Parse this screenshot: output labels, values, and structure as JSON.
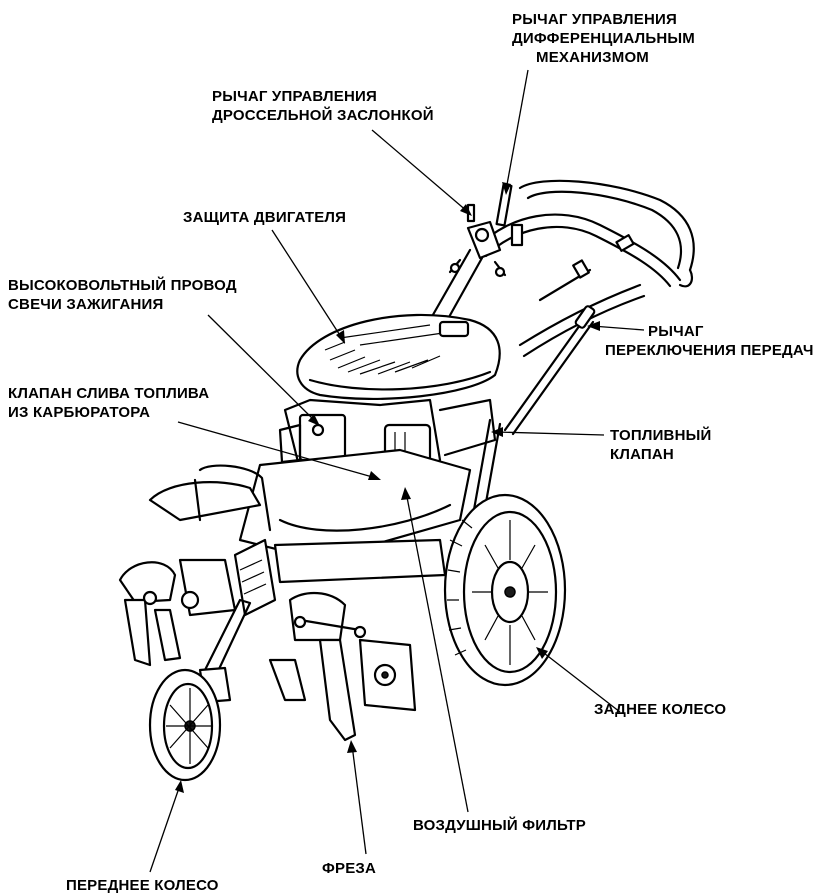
{
  "labels": {
    "diff_lever_1": "РЫЧАГ УПРАВЛЕНИЯ",
    "diff_lever_2": "ДИФФЕРЕНЦИАЛЬНЫМ",
    "diff_lever_3": "МЕХАНИЗМОМ",
    "throttle_1": "РЫЧАГ УПРАВЛЕНИЯ",
    "throttle_2": "ДРОССЕЛЬНОЙ ЗАСЛОНКОЙ",
    "engine_guard": "ЗАЩИТА ДВИГАТЕЛЯ",
    "spark_1": "ВЫСОКОВОЛЬТНЫЙ ПРОВОД",
    "spark_2": "СВЕЧИ ЗАЖИГАНИЯ",
    "gear_1": "РЫЧАГ",
    "gear_2": "ПЕРЕКЛЮЧЕНИЯ ПЕРЕДАЧ",
    "drain_1": "КЛАПАН СЛИВА ТОПЛИВА",
    "drain_2": "ИЗ КАРБЮРАТОРА",
    "fuel_1": "ТОПЛИВНЫЙ",
    "fuel_2": "КЛАПАН",
    "rear_wheel": "ЗАДНЕЕ КОЛЕСО",
    "air_filter": "ВОЗДУШНЫЙ ФИЛЬТР",
    "tiller": "ФРЕЗА",
    "front_wheel": "ПЕРЕДНЕЕ КОЛЕСО"
  }
}
